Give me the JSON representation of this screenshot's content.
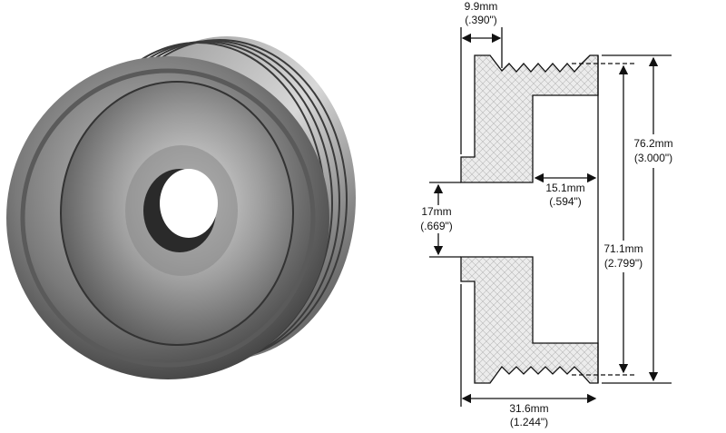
{
  "photo": {
    "subject": "pulley-photo"
  },
  "drawing": {
    "dims": {
      "groove_offset": {
        "mm": "9.9mm",
        "in": "(.390\")"
      },
      "recess_depth": {
        "mm": "15.1mm",
        "in": "(.594\")"
      },
      "bore": {
        "mm": "17mm",
        "in": "(.669\")"
      },
      "outer_diameter": {
        "mm": "76.2mm",
        "in": "(3.000\")"
      },
      "groove_diameter": {
        "mm": "71.1mm",
        "in": "(2.799\")"
      },
      "overall_width": {
        "mm": "31.6mm",
        "in": "(1.244\")"
      }
    },
    "colors": {
      "hatch_fill": "#e6e6e6",
      "line": "#111111"
    }
  }
}
